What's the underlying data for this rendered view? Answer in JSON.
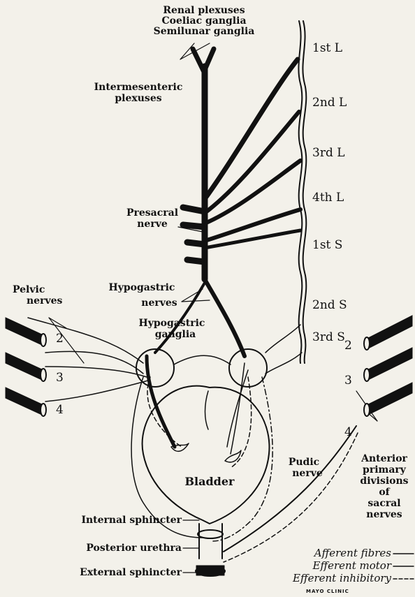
{
  "labels": {
    "top": [
      "Renal plexuses",
      "Coeliac ganglia",
      "Semilunar ganglia"
    ],
    "intermesenteric": [
      "Intermesenteric",
      "plexuses"
    ],
    "presacral": [
      "Presacral",
      "nerve"
    ],
    "hypogastric_nerves": [
      "Hypogastric",
      "nerves"
    ],
    "hypogastric_ganglia": [
      "Hypogastric",
      "ganglia"
    ],
    "pelvic_nerves": [
      "Pelvic",
      "nerves"
    ],
    "bladder": "Bladder",
    "pudic_nerve": [
      "Pudic",
      "nerve"
    ],
    "anterior_divisions": [
      "Anterior",
      "primary",
      "divisions",
      "of",
      "sacral",
      "nerves"
    ],
    "internal_sphincter": "Internal sphincter",
    "posterior_urethra": "Posterior urethra",
    "external_sphincter": "External sphincter",
    "credit": "MAYO CLINIC"
  },
  "segments": [
    "1st L",
    "2nd L",
    "3rd L",
    "4th L",
    "1st S",
    "2nd S",
    "3rd S"
  ],
  "pelvic_numbers": [
    "2",
    "3",
    "4"
  ],
  "sacral_numbers": [
    "2",
    "3",
    "4"
  ],
  "legend": {
    "afferent": "Afferent fibres",
    "efferent_motor": "Efferent motor",
    "efferent_inhibitory": "Efferent inhibitory"
  },
  "colors": {
    "ink": "#111111",
    "paper": "#f3f1ea"
  }
}
